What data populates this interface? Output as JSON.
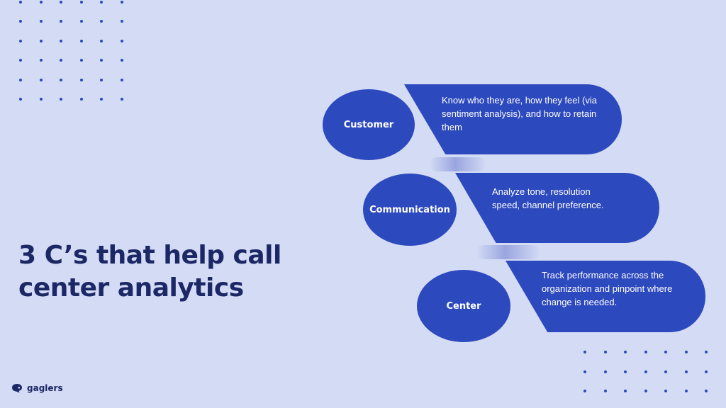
{
  "headline": [
    "3 C’s that help call",
    "center analytics"
  ],
  "items": [
    {
      "label": "Customer",
      "description": "Know who they are, how they feel (via sentiment analysis), and how to retain them"
    },
    {
      "label": "Communication",
      "description": "Analyze tone, resolution speed, channel preference."
    },
    {
      "label": "Center",
      "description": "Track performance across the organization and pinpoint where change is needed."
    }
  ],
  "brand": {
    "name": "gaglers",
    "logo_icon": "speech-bubble-icon"
  },
  "colors": {
    "accent": "#2d49be",
    "background": "#d3dbf5",
    "headline": "#1c2766"
  }
}
